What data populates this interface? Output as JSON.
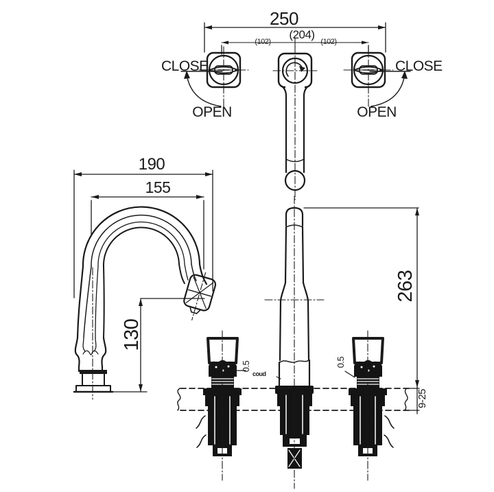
{
  "drawing_type": "faucet-installation-technical-drawing",
  "colors": {
    "ink": "#1a1a1a",
    "background": "#ffffff"
  },
  "views": {
    "top": {
      "dim_overall": "250",
      "dim_span": "(204)",
      "dim_half_left": "(102)",
      "dim_half_right": "(102)",
      "close_left": "CLOSE",
      "open_left": "OPEN",
      "close_right": "CLOSE",
      "open_right": "OPEN"
    },
    "side": {
      "dim_width": "190",
      "dim_reach": "155",
      "dim_height": "130"
    },
    "front": {
      "dim_height": "263",
      "dim_gap_left": "0.5",
      "dim_gap_right": "0.5",
      "dim_deck_thickness": "9-25",
      "note": "coud"
    }
  }
}
